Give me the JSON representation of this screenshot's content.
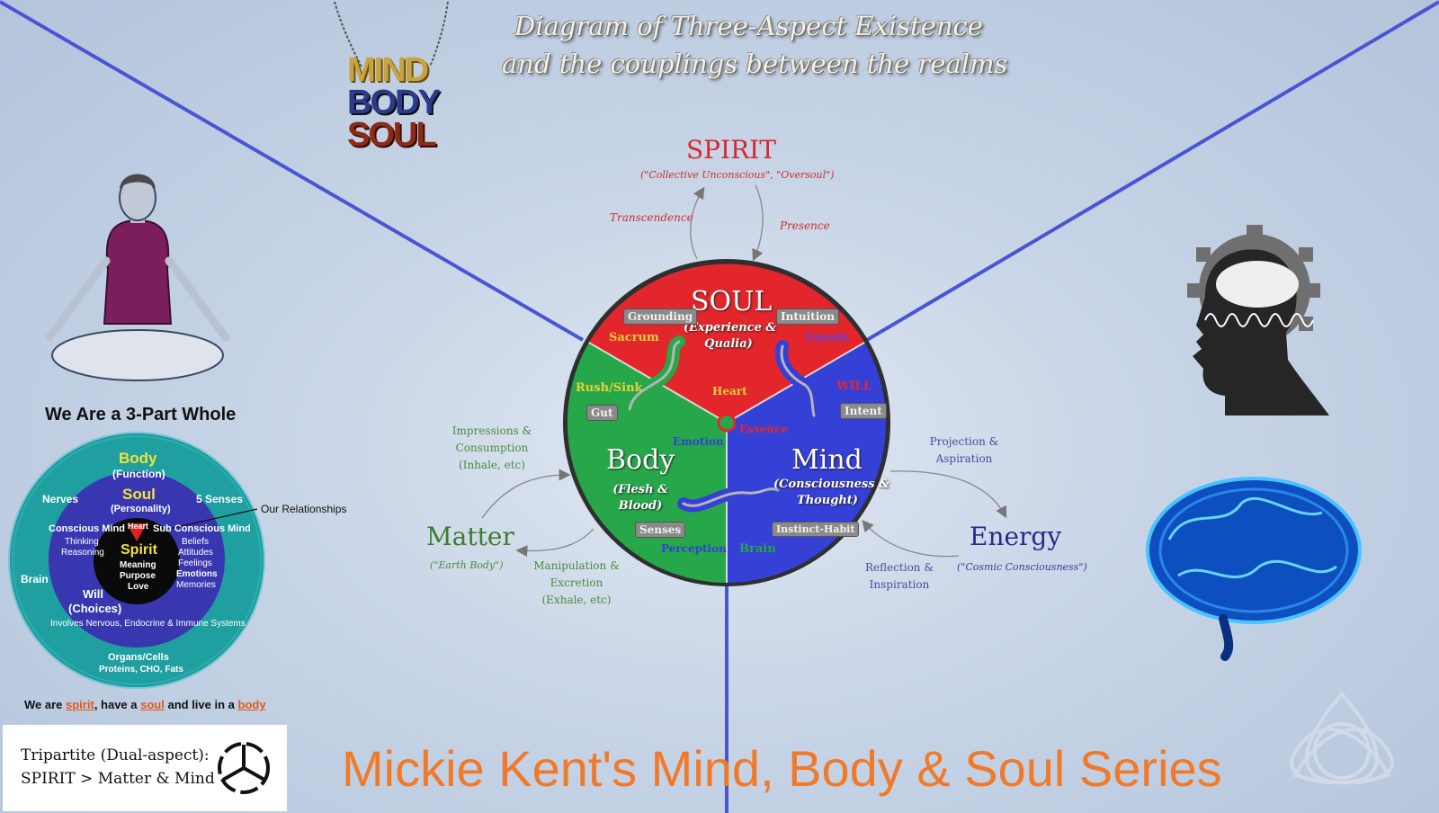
{
  "title": {
    "line1": "Diagram of Three-Aspect Existence",
    "line2": "and the couplings between the realms"
  },
  "necklace": {
    "line1": "MIND",
    "line2": "BODY",
    "line3": "SOUL"
  },
  "spirit": {
    "label": "SPIRIT",
    "sub": "(\"Collective Unconscious\", \"Oversoul\")",
    "transcendence": "Transcendence",
    "presence": "Presence"
  },
  "matter": {
    "label": "Matter",
    "sub": "(\"Earth Body\")",
    "impressions": [
      "Impressions &",
      "Consumption",
      "(Inhale, etc)"
    ],
    "manipulation": [
      "Manipulation &",
      "Excretion",
      "(Exhale, etc)"
    ]
  },
  "energy": {
    "label": "Energy",
    "sub": "(\"Cosmic Consciousness\")",
    "projection": [
      "Projection &",
      "Aspiration"
    ],
    "reflection": [
      "Reflection &",
      "Inspiration"
    ]
  },
  "wheel": {
    "soul_title": "SOUL",
    "soul_sub1": "(Experience &",
    "soul_sub2": "Qualia)",
    "body_title": "Body",
    "body_sub1": "(Flesh &",
    "body_sub2": "Blood)",
    "mind_title": "Mind",
    "mind_sub1": "(Consciousness &",
    "mind_sub2": "Thought)",
    "grounding": "Grounding",
    "intuition": "Intuition",
    "sacrum": "Sacrum",
    "gnosis": "Gnosis",
    "rush_sink": "Rush/Sink",
    "gut": "Gut",
    "will": "WILL",
    "intent": "Intent",
    "heart": "Heart",
    "essence": "Essence",
    "emotion": "Emotion",
    "senses": "Senses",
    "perception": "Perception",
    "brain": "Brain",
    "instinct_habit": "Instinct-Habit"
  },
  "left": {
    "heading": "We Are a 3-Part Whole",
    "body": "Body",
    "function": "(Function)",
    "nerves": "Nerves",
    "five_senses": "5 Senses",
    "soul": "Soul",
    "personality": "(Personality)",
    "our_relationships": "Our Relationships",
    "conscious_mind": "Conscious Mind",
    "sub_conscious_mind": "Sub Conscious Mind",
    "heart": "Heart",
    "thinking": "Thinking",
    "reasoning": "Reasoning",
    "spirit": "Spirit",
    "meaning": "Meaning",
    "purpose": "Purpose",
    "love": "Love",
    "beliefs": "Beliefs",
    "attitudes": "Attitudes",
    "feelings": "Feelings",
    "emotions": "Emotions",
    "memories": "Memories",
    "brain": "Brain",
    "will": "Will",
    "choices": "(Choices)",
    "involves": "Involves Nervous, Endocrine & Immune Systems",
    "organs": "Organs/Cells",
    "proteins": "Proteins, CHO, Fats",
    "caption_pre": "We are ",
    "caption_spirit": "spirit",
    "caption_mid1": ", have a ",
    "caption_soul": "soul",
    "caption_mid2": " and live in a ",
    "caption_body": "body"
  },
  "legend": {
    "line1": "Tripartite (Dual-aspect):",
    "line2": "SPIRIT > Matter & Mind"
  },
  "footer": "Mickie Kent's Mind, Body & Soul Series",
  "colors": {
    "soul_red": "#e3262b",
    "body_green": "#26a84a",
    "mind_blue": "#3440d6",
    "divider_blue": "#3f4fd0",
    "footer_orange": "#f07a2a",
    "spirit_red": "#d9262e",
    "matter_green": "#3f7d2c",
    "energy_navy": "#2a2a8a"
  }
}
